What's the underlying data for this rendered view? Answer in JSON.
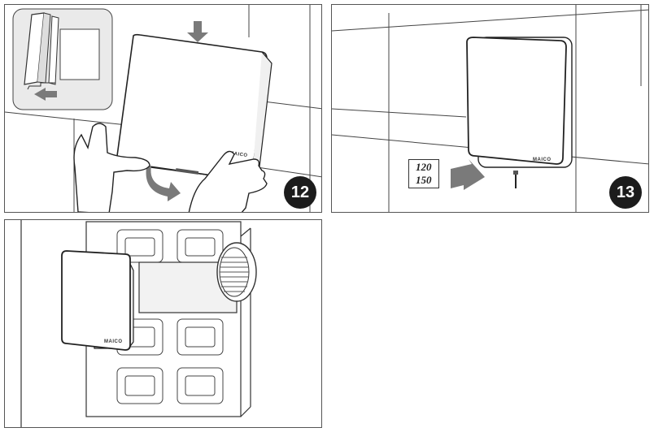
{
  "steps": [
    {
      "number": "12"
    },
    {
      "number": "13",
      "size_options": [
        "120",
        "150"
      ]
    },
    {
      "number": ""
    }
  ],
  "brand_label": "MAICO",
  "colors": {
    "badge_bg": "#1c1c1c",
    "arrow": "#7a7a7a",
    "line": "#333333",
    "inset_bg": "#eaeaea"
  }
}
